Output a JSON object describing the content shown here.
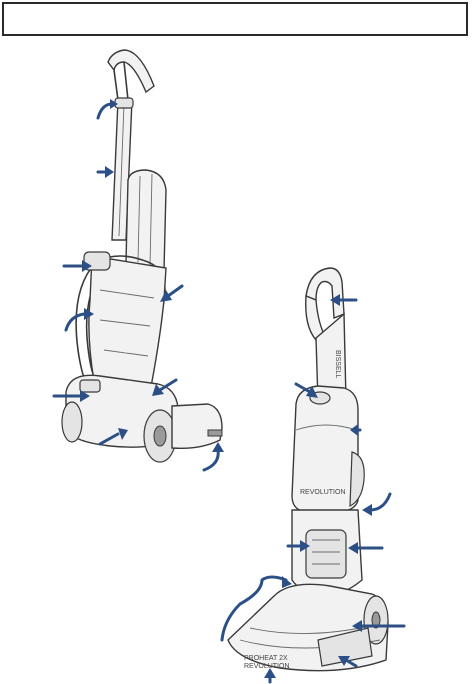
{
  "header": {
    "title": ""
  },
  "labels": {
    "brand_script": "PROHEAT 2X",
    "brand_sub": "REVOLUTION",
    "logo_bissell": "BISSELL",
    "tank_label": "REVOLUTION"
  },
  "colors": {
    "callout": "#2c4f86",
    "outline": "#3a3a3a"
  }
}
